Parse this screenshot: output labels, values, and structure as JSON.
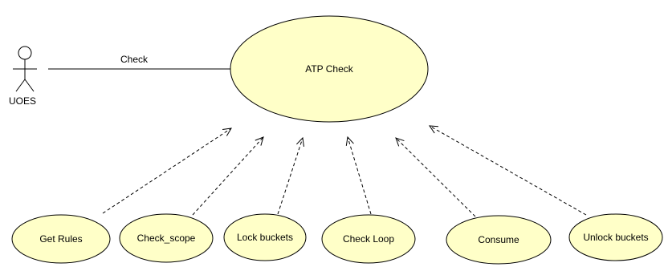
{
  "diagram": {
    "actor": {
      "name": "UOES"
    },
    "association": {
      "label": "Check"
    },
    "main_use_case": {
      "name": "ATP Check"
    },
    "included_use_cases": [
      {
        "name": "Get Rules"
      },
      {
        "name": "Check_scope"
      },
      {
        "name": "Lock buckets"
      },
      {
        "name": "Check Loop"
      },
      {
        "name": "Consume"
      },
      {
        "name": "Unlock buckets"
      }
    ],
    "colors": {
      "use_case_fill": "#ffffc8",
      "stroke": "#000000"
    }
  }
}
